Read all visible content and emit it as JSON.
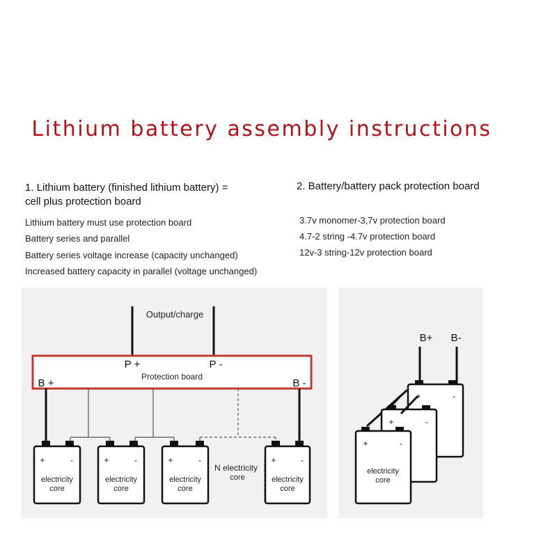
{
  "title": "Lithium battery assembly instructions",
  "section1": {
    "heading_line1": "1. Lithium battery (finished lithium battery) =",
    "heading_line2": "cell plus protection board",
    "items": [
      "Lithium battery must use protection board",
      "Battery series and parallel",
      "Battery series voltage increase (capacity unchanged)",
      "Increased battery capacity in parallel (voltage unchanged)"
    ]
  },
  "section2": {
    "heading": "2. Battery/battery pack protection board",
    "items": [
      "3.7v monomer-3,7v protection board",
      "4.7-2 string -4.7v protection board",
      "12v-3 string-12v protection board"
    ]
  },
  "left_diagram": {
    "output_label": "Output/charge",
    "p_plus": "P +",
    "p_minus": "P -",
    "board_label": "Protection board",
    "b_plus": "B +",
    "b_minus": "B -",
    "plus": "+",
    "minus": "-",
    "cell_line1": "electricity",
    "cell_line2": "core",
    "n_cell_line1": "N electricity",
    "n_cell_line2": "core",
    "accent_color": "#c0392b"
  },
  "right_diagram": {
    "b_plus": "B+",
    "b_minus": "B-",
    "plus": "+",
    "minus": "-",
    "cell_line1": "electricity",
    "cell_line2": "core"
  }
}
